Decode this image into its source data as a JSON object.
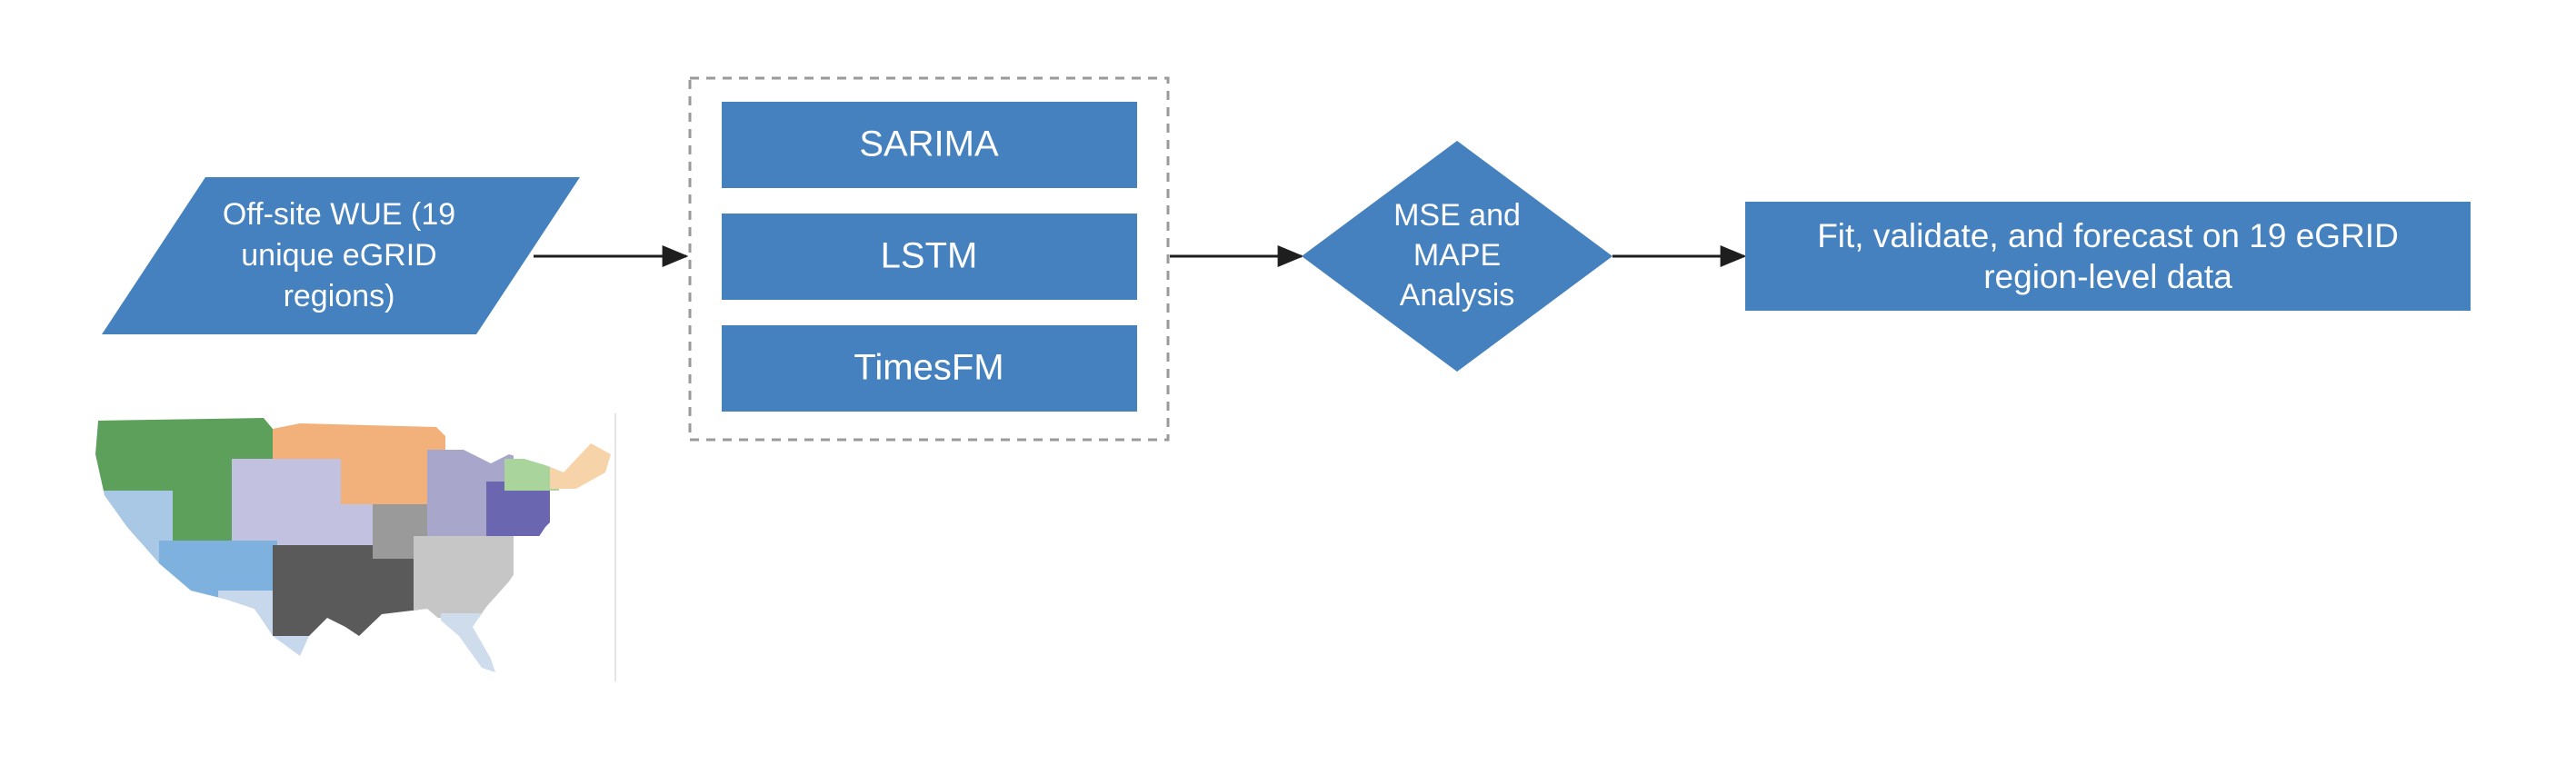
{
  "colors": {
    "node_fill": "#4481be",
    "arrow": "#1e1e1e",
    "dashed_border": "#9a9a9a",
    "text": "#ffffff"
  },
  "input": {
    "lines": [
      "Off-site WUE (19",
      "unique eGRID",
      "regions)"
    ]
  },
  "models": [
    {
      "label": "SARIMA"
    },
    {
      "label": "LSTM"
    },
    {
      "label": "TimesFM"
    }
  ],
  "analysis": {
    "lines": [
      "MSE and",
      "MAPE",
      "Analysis"
    ]
  },
  "output": {
    "lines": [
      "Fit, validate, and forecast on 19 eGRID",
      "region-level data"
    ]
  },
  "map": {
    "region_colors": [
      "#5ca05c",
      "#f2b07a",
      "#a9a6cc",
      "#c3c1e0",
      "#8f8fc2",
      "#7fb1de",
      "#c8d8ec",
      "#5a5a5a",
      "#a6a6a6",
      "#cfcfcf",
      "#a9d49c",
      "#f6d3a8",
      "#6b66b0"
    ]
  }
}
